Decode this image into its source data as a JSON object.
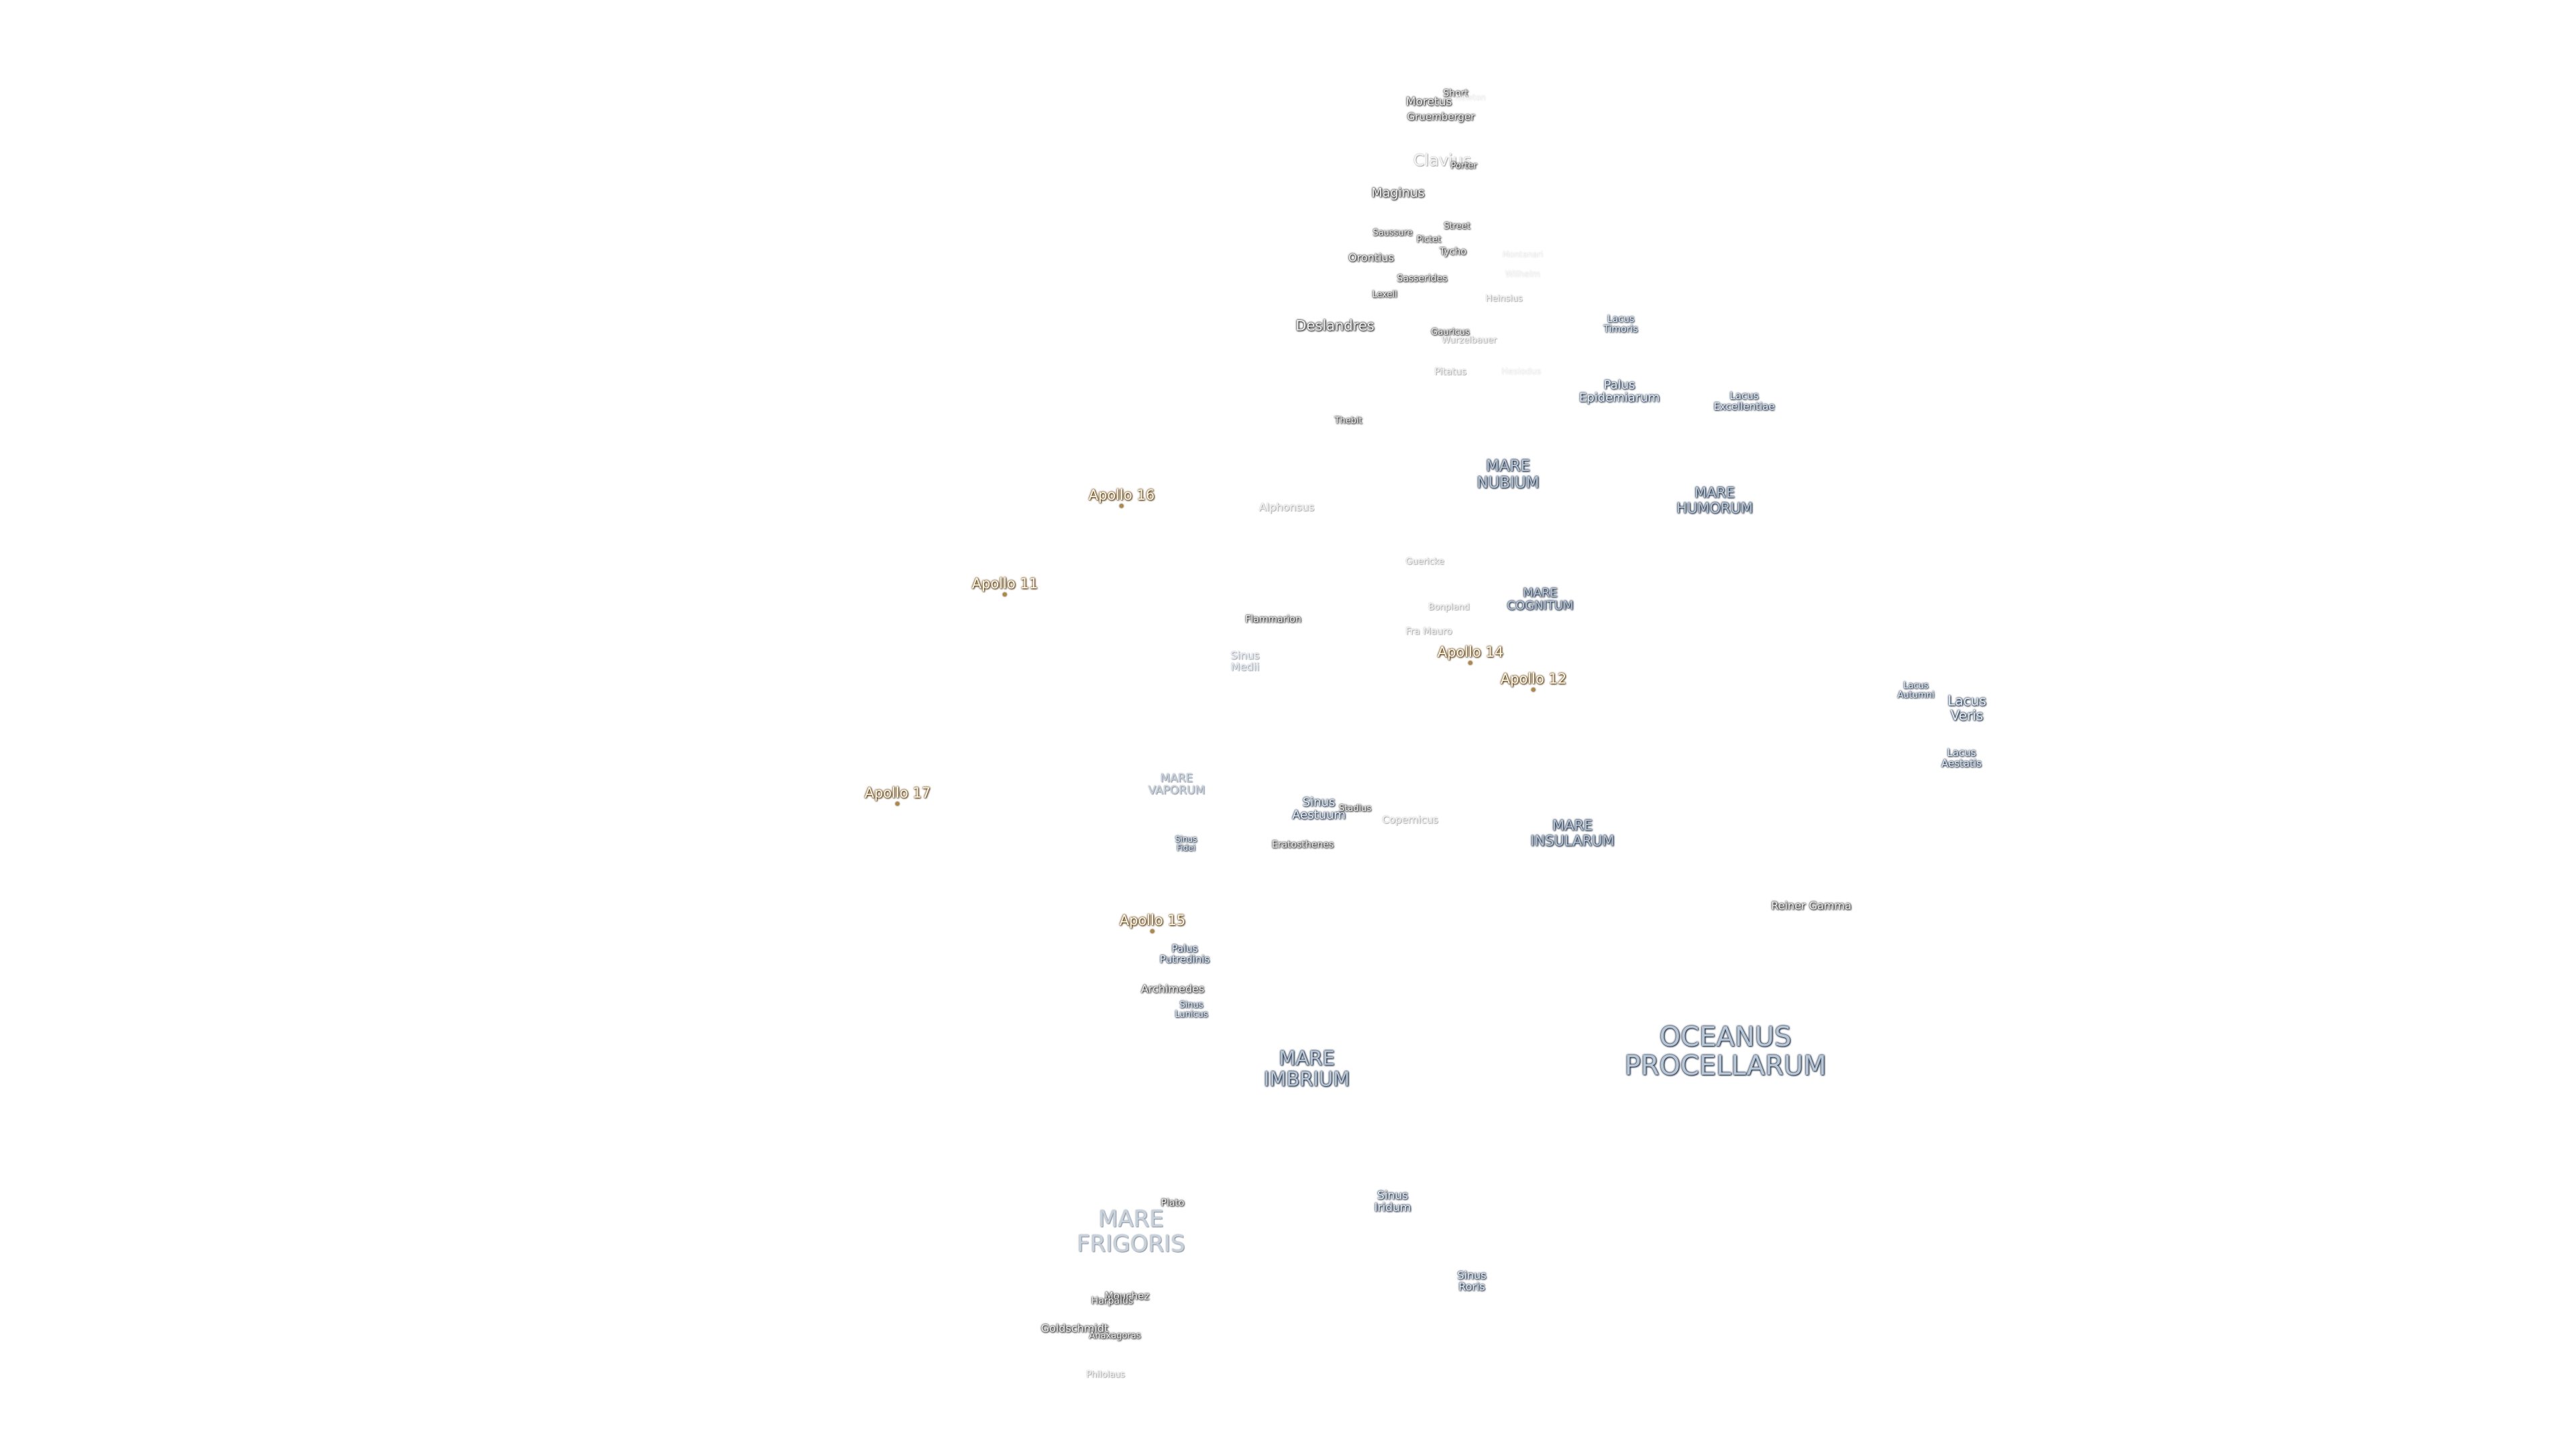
{
  "maria": {
    "oceanus_procellarum": {
      "line1": "OCEANUS",
      "line2": "PROCELLARUM"
    },
    "mare_imbrium": {
      "line1": "MARE",
      "line2": "IMBRIUM"
    },
    "mare_frigoris": {
      "line1": "MARE",
      "line2": "FRIGORIS"
    },
    "mare_nubium": {
      "line1": "MARE",
      "line2": "NUBIUM"
    },
    "mare_humorum": {
      "line1": "MARE",
      "line2": "HUMORUM"
    },
    "mare_cognitum": {
      "line1": "MARE",
      "line2": "COGNITUM"
    },
    "mare_insularum": {
      "line1": "MARE",
      "line2": "INSULARUM"
    },
    "mare_vaporum": {
      "line1": "MARE",
      "line2": "VAPORUM"
    }
  },
  "features": {
    "sinus_iridum": {
      "line1": "Sinus",
      "line2": "Iridum"
    },
    "sinus_roris": {
      "line1": "Sinus",
      "line2": "Roris"
    },
    "sinus_aestuum": {
      "line1": "Sinus",
      "line2": "Aestuum"
    },
    "sinus_medii": {
      "line1": "Sinus",
      "line2": "Medii"
    },
    "sinus_fidei": {
      "line1": "Sinus",
      "line2": "Fidei"
    },
    "sinus_lunicus": {
      "line1": "Sinus",
      "line2": "Lunicus"
    },
    "palus_putredinis": {
      "line1": "Palus",
      "line2": "Putredinis"
    },
    "palus_epidemiarum": {
      "line1": "Palus",
      "line2": "Epidemiarum"
    },
    "lacus_veris": {
      "line1": "Lacus",
      "line2": "Veris"
    },
    "lacus_autumni": {
      "line1": "Lacus",
      "line2": "Autumni"
    },
    "lacus_aestatis": {
      "line1": "Lacus",
      "line2": "Aestatis"
    },
    "lacus_excellentiae": {
      "line1": "Lacus",
      "line2": "Excellentiae"
    },
    "lacus_timoris": {
      "line1": "Lacus",
      "line2": "Timoris"
    }
  },
  "craters": {
    "moretus": "Moretus",
    "short": "Short",
    "newton": "Newton",
    "gruemberger": "Gruemberger",
    "clavius": "Clavius",
    "porter": "Porter",
    "maginus": "Maginus",
    "saussure": "Saussure",
    "street": "Street",
    "pictet": "Pictet",
    "orontius": "Orontius",
    "tycho": "Tycho",
    "montanari": "Montanari",
    "sasserides": "Sasserides",
    "wilhelm": "Wilhelm",
    "lexell": "Lexell",
    "heinsius": "Heinsius",
    "deslandres": "Deslandres",
    "gauricus": "Gauricus",
    "wurzelbauer": "Wurzelbauer",
    "pitatus": "Pitatus",
    "hesiodus": "Hesiodus",
    "thebit": "Thebit",
    "alphonsus": "Alphonsus",
    "guericke": "Guericke",
    "bonpland": "Bonpland",
    "flammarion": "Flammarion",
    "fra_mauro": "Fra Mauro",
    "stadius": "Stadius",
    "copernicus": "Copernicus",
    "eratosthenes": "Eratosthenes",
    "reiner_gamma": "Reiner Gamma",
    "archimedes": "Archimedes",
    "plato": "Plato",
    "mouchez": "Mouchez",
    "harpalus": "Harpalus",
    "goldschmidt": "Goldschmidt",
    "anaxagoras": "Anaxagoras",
    "philolaus": "Philolaus"
  },
  "apollo_sites": {
    "apollo_11": "Apollo 11",
    "apollo_12": "Apollo 12",
    "apollo_14": "Apollo 14",
    "apollo_15": "Apollo 15",
    "apollo_16": "Apollo 16",
    "apollo_17": "Apollo 17"
  },
  "colors": {
    "background": "#ffffff",
    "mare_text": "#b8c6d6",
    "mare_outline": "#2a3b52",
    "crater_text": "#f2f2f2",
    "crater_outline": "#3a3a3a",
    "apollo_text": "#fff6e4",
    "apollo_outline": "#6a4a1c"
  }
}
